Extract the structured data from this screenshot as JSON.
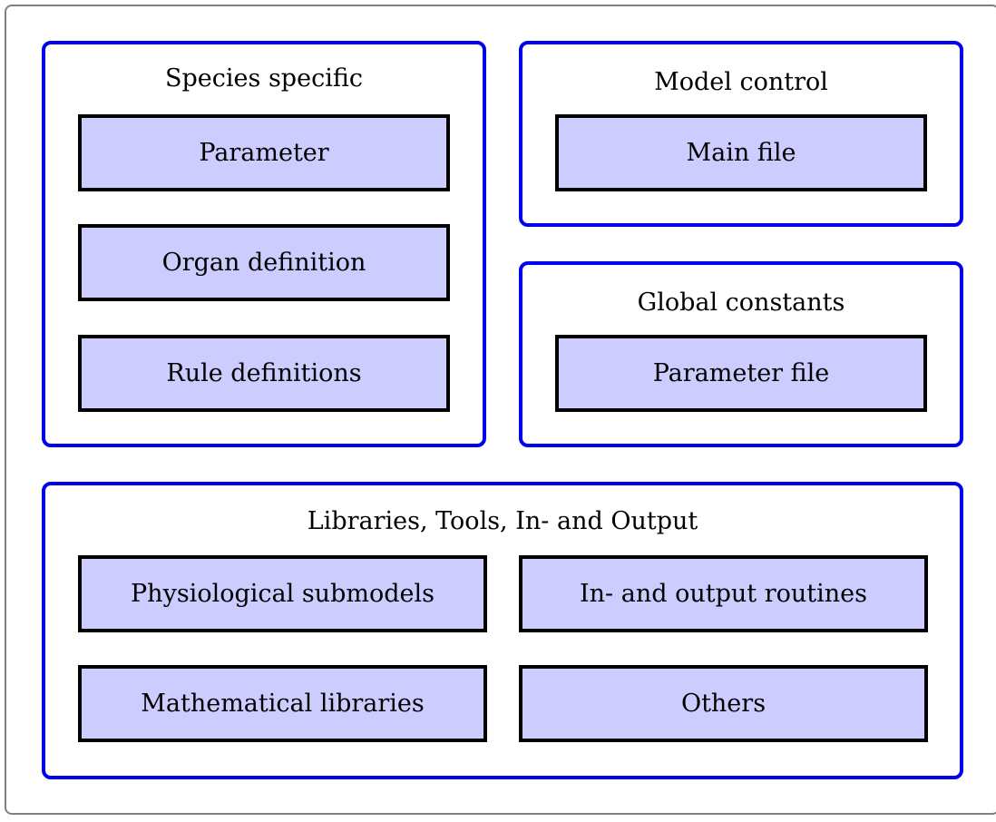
{
  "colors": {
    "outer_border": "#808080",
    "group_border": "#0000ee",
    "module_fill": "#ccccff",
    "module_border": "#000000"
  },
  "groups": {
    "species_specific": {
      "title": "Species specific",
      "modules": [
        "Parameter",
        "Organ definition",
        "Rule definitions"
      ]
    },
    "model_control": {
      "title": "Model control",
      "modules": [
        "Main file"
      ]
    },
    "global_constants": {
      "title": "Global constants",
      "modules": [
        "Parameter file"
      ]
    },
    "libraries": {
      "title": "Libraries, Tools, In- and Output",
      "modules": [
        "Physiological submodels",
        "In- and output routines",
        "Mathematical libraries",
        "Others"
      ]
    }
  }
}
